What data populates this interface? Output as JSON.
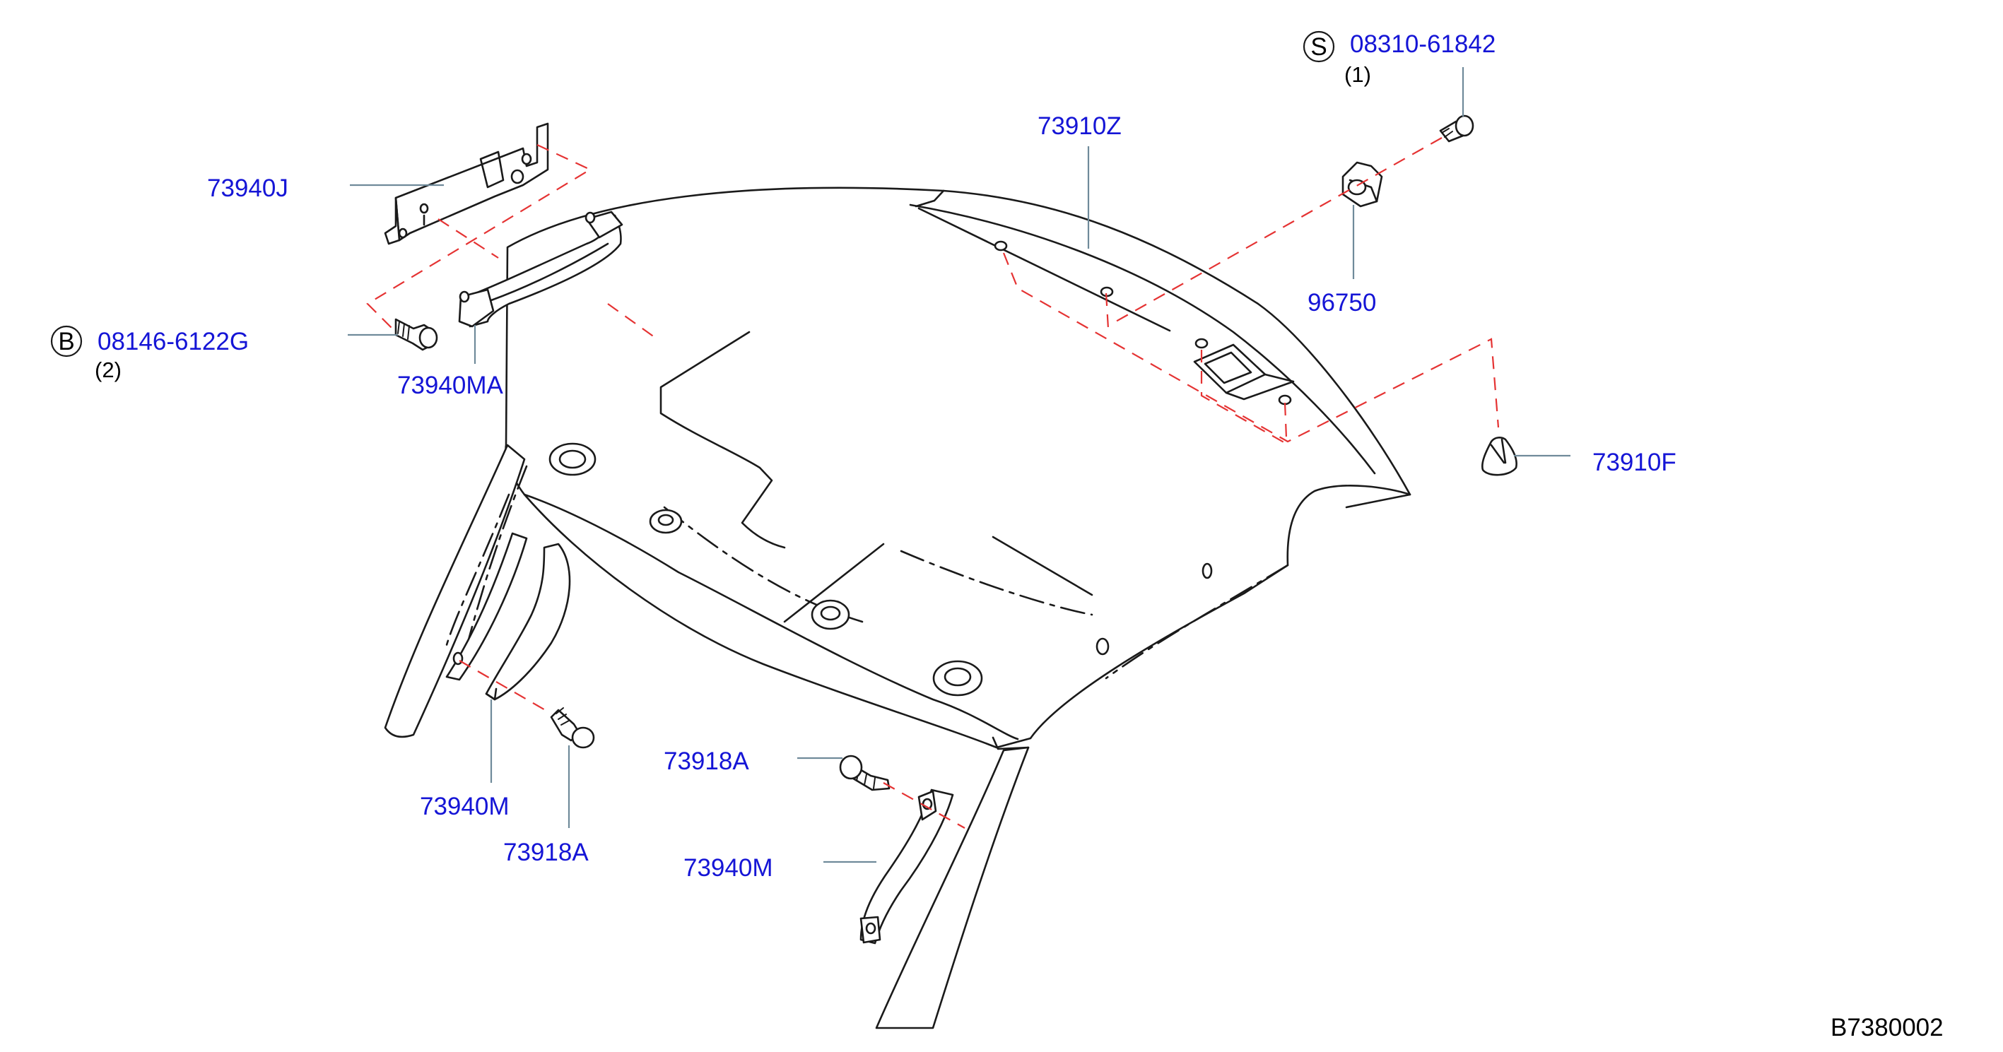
{
  "diagram": {
    "drawing_id": "B7380002",
    "callouts": [
      {
        "id": "73910Z",
        "label": "73910Z"
      },
      {
        "id": "73940J",
        "label": "73940J"
      },
      {
        "id": "08146-6122G",
        "label": "08146-6122G",
        "prefix": "B",
        "qty": "(2)"
      },
      {
        "id": "73940MA",
        "label": "73940MA"
      },
      {
        "id": "08310-61842",
        "label": "08310-61842",
        "prefix": "S",
        "qty": "(1)"
      },
      {
        "id": "96750",
        "label": "96750"
      },
      {
        "id": "73910F",
        "label": "73910F"
      },
      {
        "id": "73940M-left",
        "label": "73940M"
      },
      {
        "id": "73918A-left",
        "label": "73918A"
      },
      {
        "id": "73918A-right",
        "label": "73918A"
      },
      {
        "id": "73940M-right",
        "label": "73940M"
      }
    ]
  },
  "colors": {
    "part_number": "#1515d6",
    "leader_line": "#6f8a9a",
    "assembly_dash": "#e53333",
    "outline": "#1a1a1a",
    "background": "#ffffff"
  }
}
